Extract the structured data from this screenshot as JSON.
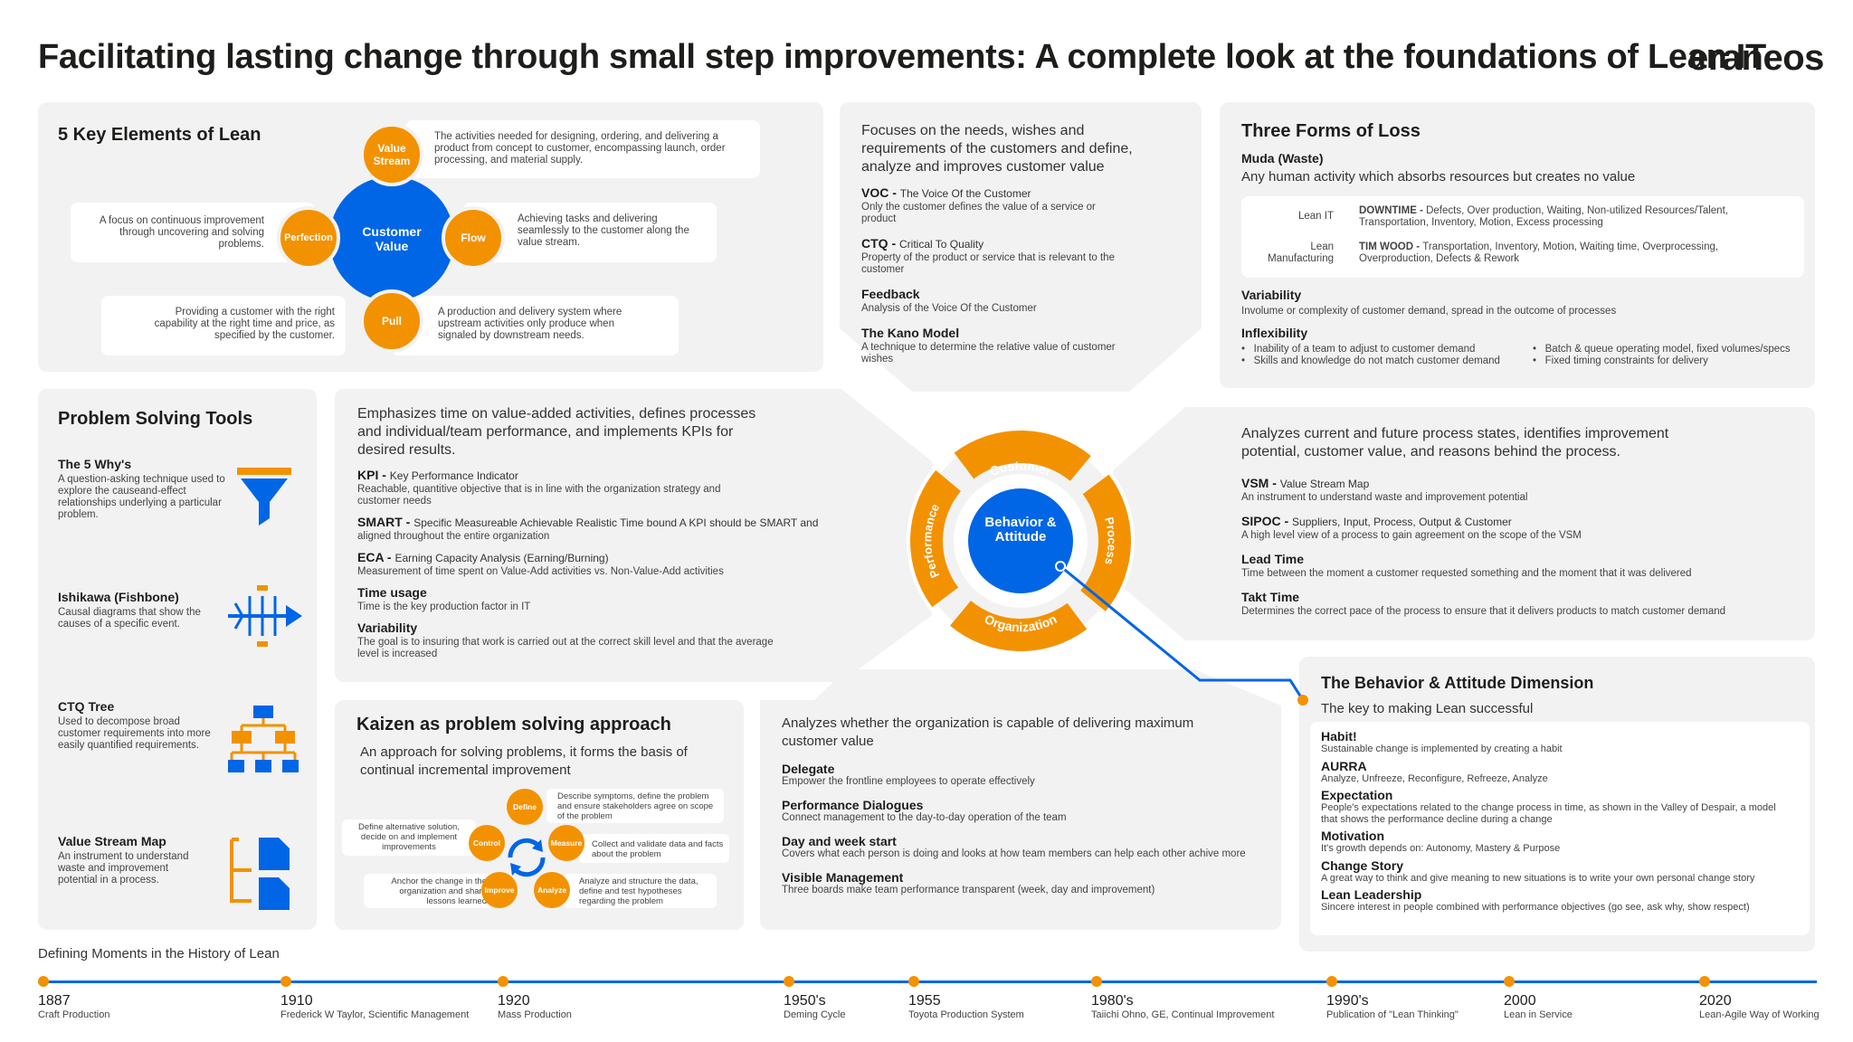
{
  "header": {
    "title": "Facilitating lasting change through small step improvements: A complete look at the foundations of Lean IT",
    "logo": "eraneos"
  },
  "key_elements": {
    "title": "5 Key Elements of Lean",
    "center": "Customer Value",
    "value_stream": {
      "label": "Value Stream",
      "desc": "The activities needed for designing, ordering, and delivering a product from concept to customer, encompassing launch, order processing, and material supply."
    },
    "flow": {
      "label": "Flow",
      "desc": "Achieving tasks and delivering seamlessly to the customer along the value stream."
    },
    "pull": {
      "label": "Pull",
      "desc": "A production and delivery system where upstream activities only produce when signaled by downstream needs."
    },
    "perfection": {
      "label": "Perfection",
      "desc": "A focus on continuous improvement through uncovering and solving problems."
    },
    "pull_left_desc": "Providing a customer with the right capability at the right time and price, as specified by the customer."
  },
  "customer": {
    "intro": "Focuses on the needs, wishes and requirements of the customers and define, analyze and improves customer value",
    "items": [
      {
        "term": "VOC - ",
        "sub": "The Voice Of the Customer",
        "desc": "Only the customer defines the value of a service or product"
      },
      {
        "term": "CTQ - ",
        "sub": "Critical To Quality",
        "desc": "Property of the product or service that is relevant to the customer"
      },
      {
        "term": "Feedback",
        "sub": "",
        "desc": "Analysis of the Voice Of the Customer"
      },
      {
        "term": "The Kano Model",
        "sub": "",
        "desc": "A technique to determine the relative value of customer wishes"
      }
    ]
  },
  "loss": {
    "title": "Three Forms of Loss",
    "muda_title": "Muda (Waste)",
    "muda_desc": "Any human activity which absorbs resources but creates no value",
    "rows": [
      {
        "label": "Lean IT",
        "term": "DOWNTIME - ",
        "desc": "Defects, Over production, Waiting, Non-utilized Resources/Talent, Transportation, Inventory, Motion, Excess processing"
      },
      {
        "label": "Lean Manufacturing",
        "term": "TIM WOOD - ",
        "desc": "Transportation, Inventory, Motion, Waiting time, Overprocessing, Overproduction, Defects & Rework"
      }
    ],
    "variability_title": "Variability",
    "variability_desc": "Involume or complexity of customer demand, spread in the outcome of processes",
    "inflex_title": "Inflexibility",
    "inflex_bullets": [
      "Inability of a team to adjust to customer demand",
      "Skills and knowledge do not match customer demand",
      "Batch & queue operating model, fixed volumes/specs",
      "Fixed timing constraints for delivery"
    ]
  },
  "tools": {
    "title": "Problem Solving Tools",
    "items": [
      {
        "term": "The 5 Why's",
        "desc": "A question-asking technique used to explore the causeand-effect relationships underlying a particular problem."
      },
      {
        "term": "Ishikawa (Fishbone)",
        "desc": "Causal diagrams that show the causes of a specific event."
      },
      {
        "term": "CTQ Tree",
        "desc": "Used to decompose broad customer requirements into more easily quantified requirements."
      },
      {
        "term": "Value Stream Map",
        "desc": "An instrument to understand waste and improvement potential in a process."
      }
    ]
  },
  "performance": {
    "intro": "Emphasizes time on value-added activities, defines processes and individual/team performance, and implements KPIs for desired results.",
    "items": [
      {
        "term": "KPI - ",
        "sub": "Key Performance Indicator",
        "desc": "Reachable, quantitive objective that is in line with the organization strategy and customer needs"
      },
      {
        "term": "SMART - ",
        "sub": "Specific Measureable Achievable Realistic Time bound A KPI should be SMART and",
        "desc": "aligned throughout the entire organization"
      },
      {
        "term": "ECA - ",
        "sub": "Earning Capacity Analysis (Earning/Burning)",
        "desc": "Measurement of time spent on Value-Add activities vs. Non-Value-Add activities"
      },
      {
        "term": "Time usage",
        "sub": "",
        "desc": "Time is the key production factor in IT"
      },
      {
        "term": "Variability",
        "sub": "",
        "desc": "The goal is to insuring that work is carried out at the correct skill level and that the average level is increased"
      }
    ]
  },
  "wheel": {
    "center": "Behavior & Attitude",
    "top": "Customer",
    "right": "Process",
    "bottom": "Organization",
    "left": "Performance"
  },
  "process": {
    "intro": "Analyzes current and future process states, identifies improvement potential, customer value, and reasons behind the process.",
    "items": [
      {
        "term": "VSM - ",
        "sub": "Value Stream Map",
        "desc": "An instrument to understand waste and improvement potential"
      },
      {
        "term": "SIPOC - ",
        "sub": "Suppliers, Input, Process, Output & Customer",
        "desc": "A high level view of a process to gain agreement on the scope of the VSM"
      },
      {
        "term": "Lead Time",
        "sub": "",
        "desc": "Time between the moment a customer requested something and the moment that it was delivered"
      },
      {
        "term": "Takt Time",
        "sub": "",
        "desc": "Determines the correct pace of the process to ensure that it delivers products to match customer demand"
      }
    ]
  },
  "kaizen": {
    "title": "Kaizen as problem solving approach",
    "intro": "An approach for solving problems, it forms the basis of continual incremental improvement",
    "steps": [
      "Define",
      "Measure",
      "Analyze",
      "Improve",
      "Control"
    ],
    "descs": [
      "Describe symptoms, define the problem and ensure stakeholders agree on scope of the problem",
      "Collect and validate data and facts about the problem",
      "Analyze and structure the data, define and test hypotheses regarding the problem",
      "Anchor the change in the organization and share lessons learned",
      "Define alternative solution, decide on and implement improvements"
    ]
  },
  "organization": {
    "intro": "Analyzes whether the organization is capable of delivering maximum customer value",
    "items": [
      {
        "term": "Delegate",
        "desc": "Empower the frontline employees to operate effectively"
      },
      {
        "term": "Performance Dialogues",
        "desc": "Connect management to the day-to-day operation of the team"
      },
      {
        "term": "Day and week start",
        "desc": "Covers what each person is doing and looks at how team members can help each other achive more"
      },
      {
        "term": "Visible Management",
        "desc": "Three boards make team performance transparent (week, day and improvement)"
      }
    ]
  },
  "behavior": {
    "title": "The Behavior & Attitude Dimension",
    "subtitle": "The key to making Lean successful",
    "items": [
      {
        "term": "Habit!",
        "desc": "Sustainable change is implemented by creating a habit"
      },
      {
        "term": "AURRA",
        "desc": "Analyze, Unfreeze, Reconfigure, Refreeze, Analyze"
      },
      {
        "term": "Expectation",
        "desc": "People's expectations related to the change process in time, as shown in the Valley of Despair, a model that shows the performance decline during a change"
      },
      {
        "term": "Motivation",
        "desc": "It's growth depends on: Autonomy, Mastery & Purpose"
      },
      {
        "term": "Change Story",
        "desc": "A great way to think and give meaning to new situations is to write your own personal change story"
      },
      {
        "term": "Lean Leadership",
        "desc": "Sincere interest in people combined with performance objectives (go see, ask why, show respect)"
      }
    ]
  },
  "timeline": {
    "title": "Defining Moments in the History of Lean",
    "events": [
      {
        "year": "1887",
        "label": "Craft Production"
      },
      {
        "year": "1910",
        "label": "Frederick W Taylor, Scientific Management"
      },
      {
        "year": "1920",
        "label": "Mass Production"
      },
      {
        "year": "1950's",
        "label": "Deming Cycle"
      },
      {
        "year": "1955",
        "label": "Toyota Production System"
      },
      {
        "year": "1980's",
        "label": "Taiichi Ohno, GE, Continual Improvement"
      },
      {
        "year": "1990's",
        "label": "Publication of \"Lean Thinking\""
      },
      {
        "year": "2000",
        "label": "Lean in Service"
      },
      {
        "year": "2020",
        "label": "Lean-Agile Way of Working"
      }
    ]
  },
  "colors": {
    "orange": "#f39200",
    "blue": "#0066e6",
    "panel": "#f2f2f2"
  }
}
